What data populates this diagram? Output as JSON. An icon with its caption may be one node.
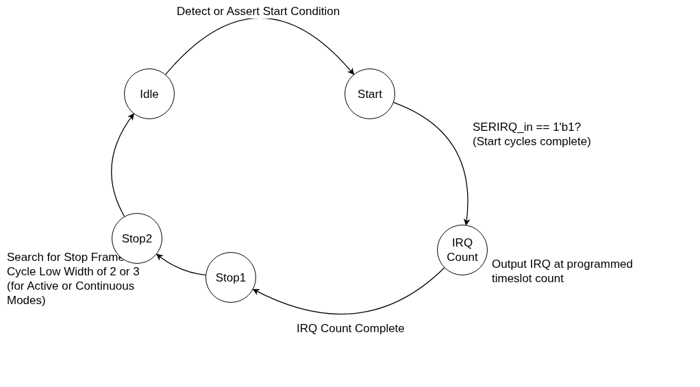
{
  "diagram": {
    "nodes": [
      {
        "text": [
          "Idle"
        ]
      },
      {
        "text": [
          "Start"
        ]
      },
      {
        "text": [
          "IRQ Count"
        ],
        "beside": [
          "Output IRQ at programmed timeslot count"
        ]
      },
      {
        "text": [
          "Stop1"
        ]
      },
      {
        "text": [
          "Stop2"
        ]
      }
    ],
    "edges": [
      {
        "from": 0,
        "to": 1,
        "arrow": "to",
        "label": "Detect or Assert Start Condition"
      },
      {
        "from": 1,
        "to": 2,
        "arrow": "to",
        "label": "SERIRQ_in == 1'b1? (Start cycles complete)"
      },
      {
        "from": 2,
        "to": 3,
        "arrow": "to",
        "label": "IRQ Count Complete"
      },
      {
        "from": 3,
        "to": 4,
        "arrow": "to",
        "label": "Search for Stop Frame Cycle Low Width of 2 or 3 (for Active or Continuous Modes)"
      },
      {
        "from": 4,
        "to": 0,
        "arrow": "to"
      }
    ]
  }
}
